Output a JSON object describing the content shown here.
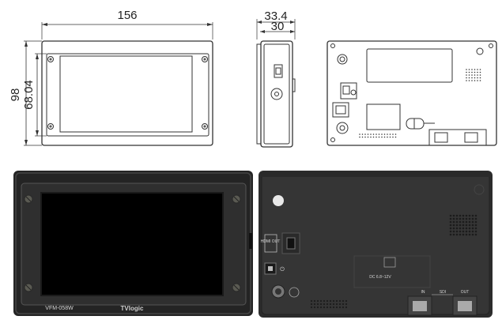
{
  "dimensions": {
    "width": "156",
    "depth_outer": "33.4",
    "depth_inner": "30",
    "height_outer": "98",
    "height_inner": "68.04"
  },
  "photo_front": {
    "model_label": "VFM-058W",
    "brand_label": "TVlogic"
  },
  "photo_back": {
    "hdmi_label": "HDMI OUT",
    "power_symbol": "⏻",
    "dc_label": "DC 6.8~12V",
    "sdi_label": "SDI",
    "in_label": "IN",
    "out_label": "OUT"
  }
}
